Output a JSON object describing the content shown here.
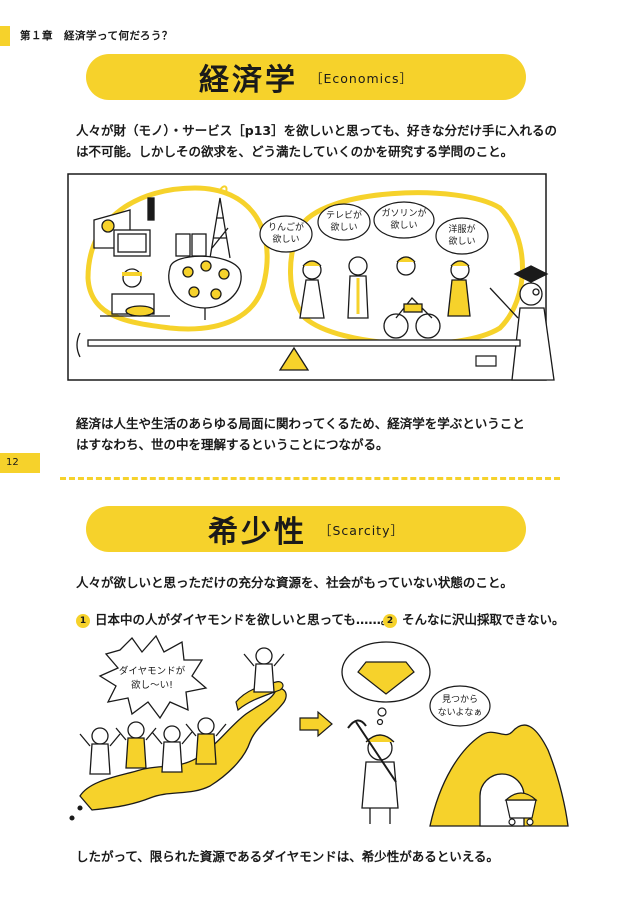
{
  "header": {
    "chapter": "第１章　経済学って何だろう？"
  },
  "section1": {
    "title": "経済学",
    "title_en": "［Economics］",
    "intro_line1": "人々が財（モノ）・サービス［p13］を欲しいと思っても、好きな分だけ手に入れるの",
    "intro_line2": "は不可能。しかしその欲求を、どう満たしていくのかを研究する学問のこと。",
    "bubbles": [
      "りんごが欲しい",
      "テレビが欲しい",
      "ガソリンが欲しい",
      "洋服が欲しい"
    ],
    "outro_line1": "経済は人生や生活のあらゆる局面に関わってくるため、経済学を学ぶということ",
    "outro_line2": "はすなわち、世の中を理解するということにつながる。"
  },
  "page_number": "12",
  "section2": {
    "title": "希少性",
    "title_en": "［Scarcity］",
    "intro": "人々が欲しいと思っただけの充分な資源を、社会がもっていない状態のこと。",
    "point1_num": "1",
    "point1": "日本中の人がダイヤモンドを欲しいと思っても……。",
    "point2_num": "2",
    "point2": "そんなに沢山採取できない。",
    "bubble_left": "ダイヤモンドが欲し～い!",
    "bubble_right": "見つからないよなぁ",
    "conclusion": "したがって、限られた資源であるダイヤモンドは、希少性があるといえる。"
  },
  "colors": {
    "accent": "#f6d22b",
    "ink": "#1a1a1a"
  }
}
